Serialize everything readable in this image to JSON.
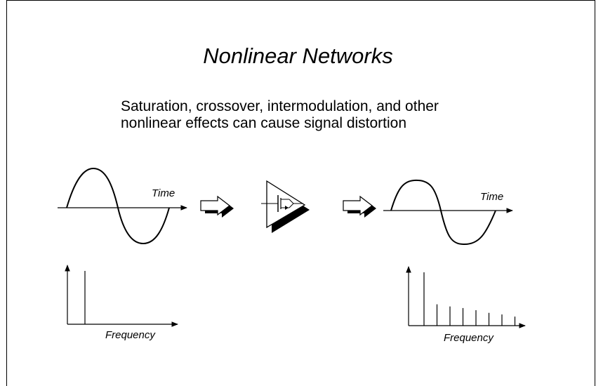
{
  "slide": {
    "title": "Nonlinear Networks",
    "subtitle_lines": [
      "Saturation, crossover, intermodulation, and other",
      "nonlinear effects can cause signal distortion"
    ]
  },
  "input_waveform": {
    "axis_label": "Time"
  },
  "output_waveform": {
    "axis_label": "Time"
  },
  "input_spectrum": {
    "axis_label": "Frequency",
    "relative_harmonic_levels": [
      1.0
    ]
  },
  "output_spectrum": {
    "axis_label": "Frequency",
    "relative_harmonic_levels": [
      1.0,
      0.4,
      0.36,
      0.33,
      0.29,
      0.24,
      0.21,
      0.17
    ]
  }
}
